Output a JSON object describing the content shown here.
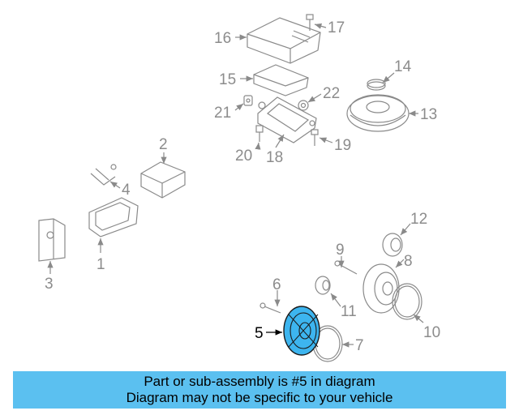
{
  "callouts": {
    "c1": "1",
    "c2": "2",
    "c3": "3",
    "c4": "4",
    "c5": "5",
    "c6": "6",
    "c7": "7",
    "c8": "8",
    "c9": "9",
    "c10": "10",
    "c11": "11",
    "c12": "12",
    "c13": "13",
    "c14": "14",
    "c15": "15",
    "c16": "16",
    "c17": "17",
    "c18": "18",
    "c19": "19",
    "c20": "20",
    "c21": "21",
    "c22": "22"
  },
  "highlight_color": "#3db5ef",
  "banner": {
    "line1": "Part or sub-assembly is #5 in diagram",
    "line2": "Diagram may not be specific to your vehicle",
    "background": "#5bc0f0"
  }
}
